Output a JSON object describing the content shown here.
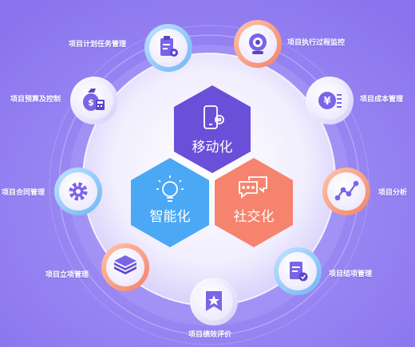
{
  "colors": {
    "background": "#8f7cf0",
    "hex_mobile": "#6a4fd8",
    "hex_smart": "#4aa8f4",
    "hex_social": "#f6836e",
    "ring_orange": "#f8a080",
    "ring_blue": "#8ec9f7",
    "icon_purple": "#7b64e8"
  },
  "center": {
    "mobile": {
      "label": "移动化",
      "icon": "phone-gear-icon"
    },
    "smart": {
      "label": "智能化",
      "icon": "lightbulb-icon"
    },
    "social": {
      "label": "社交化",
      "icon": "chat-bubble-icon"
    }
  },
  "modules": [
    {
      "label": "项目计划任务管理",
      "icon": "clipboard-gear-icon"
    },
    {
      "label": "项目执行过程监控",
      "icon": "camera-icon"
    },
    {
      "label": "项目成本管理",
      "icon": "yen-coin-icon"
    },
    {
      "label": "项目分析",
      "icon": "line-chart-icon"
    },
    {
      "label": "项目结项管理",
      "icon": "document-check-icon"
    },
    {
      "label": "项目绩效评价",
      "icon": "bookmark-star-icon"
    },
    {
      "label": "项目立项管理",
      "icon": "layers-icon"
    },
    {
      "label": "项目合同管理",
      "icon": "gear-icon"
    },
    {
      "label": "项目预算及控制",
      "icon": "money-bag-calculator-icon"
    }
  ]
}
